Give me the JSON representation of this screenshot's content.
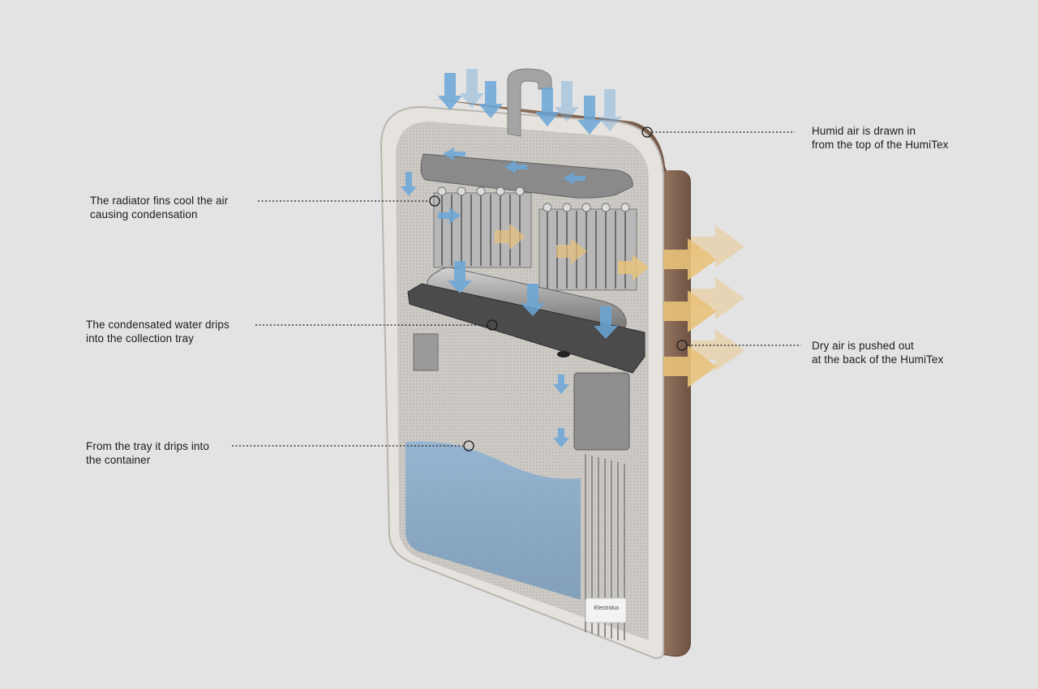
{
  "callouts": {
    "humid_air": {
      "line1": "Humid air is drawn in",
      "line2": "from the top of the HumiTex"
    },
    "radiator": {
      "line1": "The radiator fins cool the air",
      "line2": "causing condensation"
    },
    "tray": {
      "line1": "The condensated water drips",
      "line2": "into the collection tray"
    },
    "dry_air": {
      "line1": "Dry air is pushed out",
      "line2": "at the back of the HumiTex"
    },
    "container": {
      "line1": "From the tray it drips into",
      "line2": "the container"
    }
  },
  "device": {
    "brand_label": "Electrolux"
  },
  "colors": {
    "background": "#e3e3e3",
    "cold_air_arrow": "#6aa6d8",
    "warm_air_arrow": "#e8c27a",
    "water": "#7aa4c9",
    "frame": "#d9d6d0",
    "fabric_back": "#8a6a55"
  }
}
